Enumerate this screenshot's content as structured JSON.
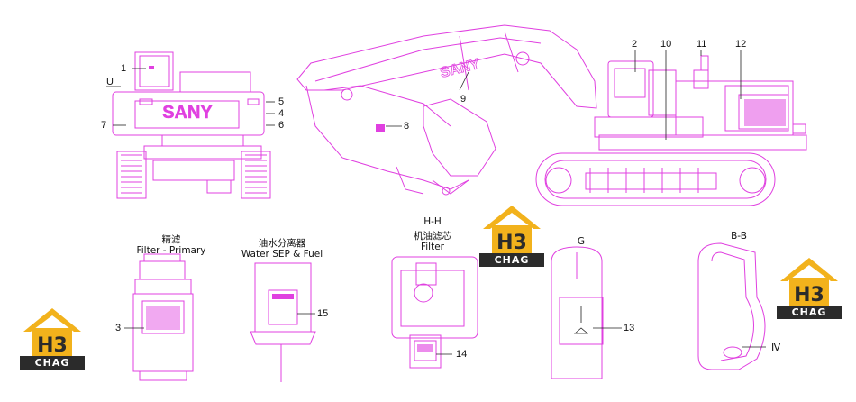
{
  "callouts": {
    "n1": "1",
    "n2": "2",
    "n3": "3",
    "n4": "4",
    "n5": "5",
    "n6": "6",
    "n7": "7",
    "n8": "8",
    "n9": "9",
    "n10": "10",
    "n11": "11",
    "n12": "12",
    "n13": "13",
    "n14": "14",
    "n15": "15",
    "u": "U",
    "iv": "Ⅳ"
  },
  "brand_text": "SANY",
  "sections": {
    "filter_primary": {
      "title_cn": "精滤",
      "title_en": "Filter - Primary"
    },
    "water_sep": {
      "title_cn": "油水分离器",
      "title_en": "Water SEP & Fuel"
    },
    "hh": {
      "title": "H-H",
      "title_cn": "机油滤芯",
      "title_en": "Filter"
    },
    "g": {
      "title": "G"
    },
    "bb": {
      "title": "B-B"
    }
  },
  "watermark": {
    "text": "CHAG"
  },
  "colors": {
    "line": "#e040e0",
    "leader": "#222222",
    "logo_yellow": "#f2b21c",
    "logo_dark": "#2b2b2b"
  }
}
